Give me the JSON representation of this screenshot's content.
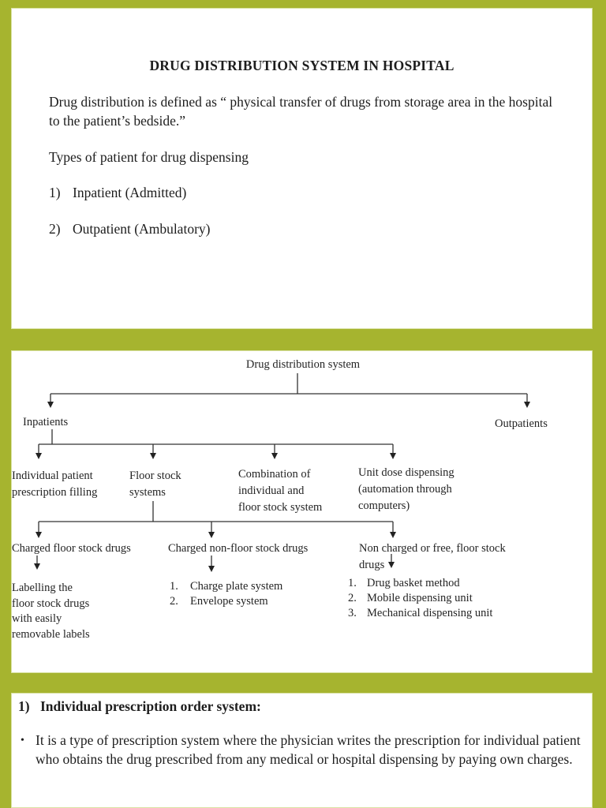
{
  "colors": {
    "background": "#a6b42f",
    "panel": "#ffffff",
    "panel_border": "#d9e2a4",
    "text": "#1d1d1d",
    "diagram_line": "#333333"
  },
  "slide_definition": {
    "title": "DRUG DISTRIBUTION SYSTEM IN HOSPITAL",
    "definition": "Drug distribution is defined as “ physical transfer of drugs from storage area in the hospital to the patient’s bedside.”",
    "types_heading": "Types of patient for drug dispensing",
    "patient_types": [
      {
        "number": "1)",
        "label": "Inpatient (Admitted)"
      },
      {
        "number": "2)",
        "label": "Outpatient (Ambulatory)"
      }
    ]
  },
  "slide_diagram": {
    "root": "Drug distribution system",
    "inpatients": "Inpatients",
    "outpatients": "Outpatients",
    "inpatient_systems": [
      "Individual patient prescription filling",
      "Floor stock systems",
      "Combination of individual and floor stock system",
      "Unit dose dispensing (automation through computers)"
    ],
    "floor_stock_types": [
      "Charged floor stock drugs",
      "Charged non-floor stock drugs",
      "Non charged or free, floor stock drugs"
    ],
    "charged_floor_note": "Labelling the floor stock drugs with easily removable labels",
    "charged_non_floor_methods": [
      {
        "number": "1.",
        "label": "Charge plate system"
      },
      {
        "number": "2.",
        "label": "Envelope system"
      }
    ],
    "non_charged_methods": [
      {
        "number": "1.",
        "label": "Drug basket method"
      },
      {
        "number": "2.",
        "label": "Mobile dispensing unit"
      },
      {
        "number": "3.",
        "label": "Mechanical dispensing unit"
      }
    ]
  },
  "slide_individual_rx": {
    "heading_number": "1)",
    "heading": "Individual prescription order system:",
    "bullet_marker": "•",
    "bullet": "It is a type of prescription system where the physician writes the prescription for individual patient who obtains the drug prescribed from any medical or hospital dispensing by paying own charges."
  }
}
